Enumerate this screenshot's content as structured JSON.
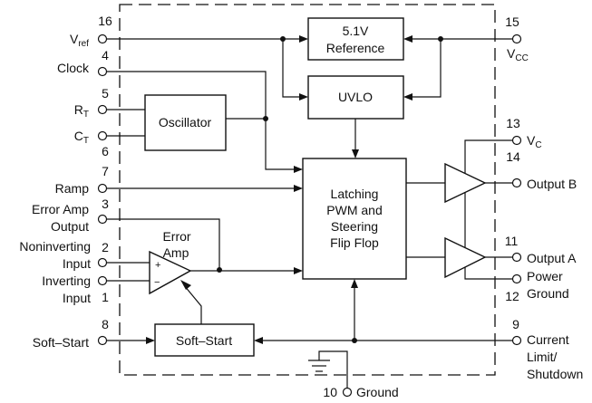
{
  "diagram": {
    "blocks": {
      "reference": {
        "line1": "5.1V",
        "line2": "Reference"
      },
      "uvlo": {
        "label": "UVLO"
      },
      "oscillator": {
        "label": "Oscillator"
      },
      "pwm": {
        "line1": "Latching",
        "line2": "PWM and",
        "line3": "Steering",
        "line4": "Flip Flop"
      },
      "error_amp": {
        "line1": "Error",
        "line2": "Amp",
        "plus": "+",
        "minus": "−"
      },
      "soft_start": {
        "label": "Soft–Start"
      }
    },
    "pins": {
      "vref": {
        "number": "16",
        "label": "V",
        "sub": "ref"
      },
      "clock": {
        "number": "4",
        "label": "Clock"
      },
      "rt": {
        "number": "5",
        "label": "R",
        "sub": "T"
      },
      "ct": {
        "number": "6",
        "label": "C",
        "sub": "T"
      },
      "ramp": {
        "number": "7",
        "label": "Ramp"
      },
      "error_amp_output": {
        "number": "3",
        "line1": "Error Amp",
        "line2": "Output"
      },
      "noninverting_input": {
        "number": "2",
        "line1": "Noninverting",
        "line2": "Input"
      },
      "inverting_input": {
        "number": "1",
        "line1": "Inverting",
        "line2": "Input"
      },
      "soft_start": {
        "number": "8",
        "label": "Soft–Start"
      },
      "ground": {
        "number": "10",
        "label": "Ground"
      },
      "vcc": {
        "number": "15",
        "label": "V",
        "sub": "CC"
      },
      "vc": {
        "number": "13",
        "label": "V",
        "sub": "C"
      },
      "output_b": {
        "number": "14",
        "label": "Output B"
      },
      "output_a": {
        "number": "11",
        "label": "Output A"
      },
      "power_ground": {
        "number": "12",
        "line1": "Power",
        "line2": "Ground"
      },
      "current_limit": {
        "number": "9",
        "line1": "Current",
        "line2": "Limit/",
        "line3": "Shutdown"
      }
    }
  }
}
